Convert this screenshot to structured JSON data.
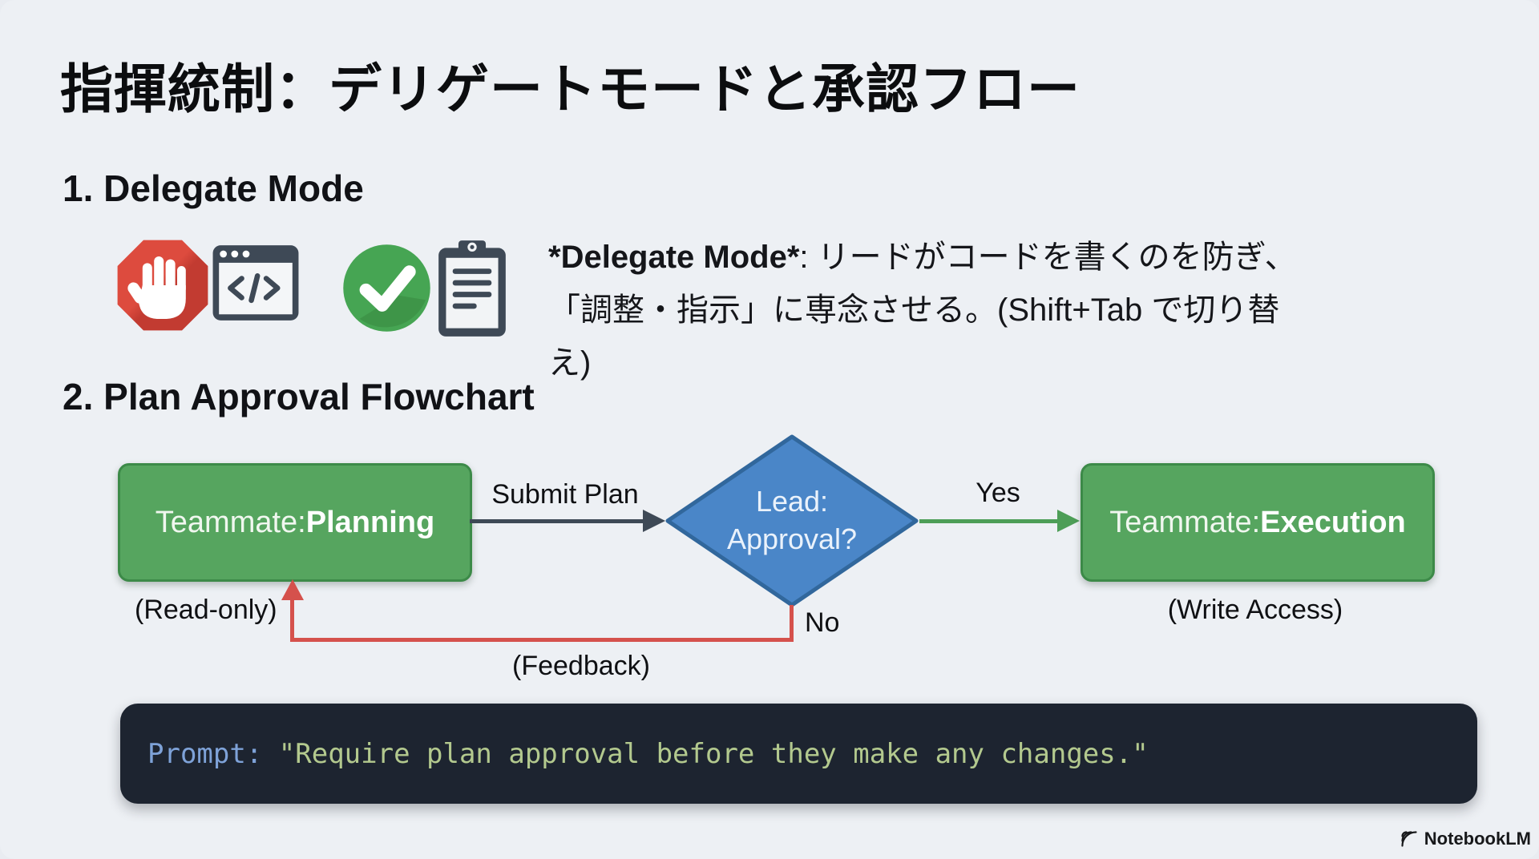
{
  "title": "指揮統制：デリゲートモードと承認フロー",
  "delegate": {
    "heading": "1. Delegate Mode",
    "icons": [
      "stop-hand-icon",
      "code-window-icon",
      "check-icon",
      "clipboard-icon"
    ],
    "desc_bold": "*Delegate Mode*",
    "desc_after_bold": ": リードがコードを書くのを防ぎ、",
    "desc_line2": "「調整・指示」に専念させる。(Shift+Tab で切り替え)"
  },
  "flowchart": {
    "heading": "2. Plan Approval Flowchart",
    "nodes": {
      "planning": {
        "prefix": "Teammate: ",
        "bold": "Planning",
        "sub": "(Read-only)"
      },
      "decision": {
        "line1": "Lead:",
        "line2": "Approval?"
      },
      "execution": {
        "prefix": "Teammate: ",
        "bold": "Execution",
        "sub": "(Write Access)"
      }
    },
    "edges": {
      "submit": "Submit Plan",
      "yes": "Yes",
      "no": "No",
      "feedback": "(Feedback)"
    }
  },
  "prompt": {
    "label": "Prompt:",
    "value": "\"Require plan approval before they make any changes.\""
  },
  "footer": {
    "brand": "NotebookLM"
  },
  "colors": {
    "background": "#edf0f4",
    "node_green": "#56a55f",
    "node_green_border": "#3c8a48",
    "diamond_blue": "#4a86c8",
    "diamond_blue_border": "#31679c",
    "edge_dark": "#3e4956",
    "edge_red": "#d5514c",
    "edge_green": "#4d9e57",
    "code_bg": "#1d2430",
    "code_key": "#7ea2d8",
    "code_string": "#b3c98e",
    "stop_red": "#d6453b",
    "check_green": "#46a553",
    "icon_slate": "#3e4956"
  }
}
